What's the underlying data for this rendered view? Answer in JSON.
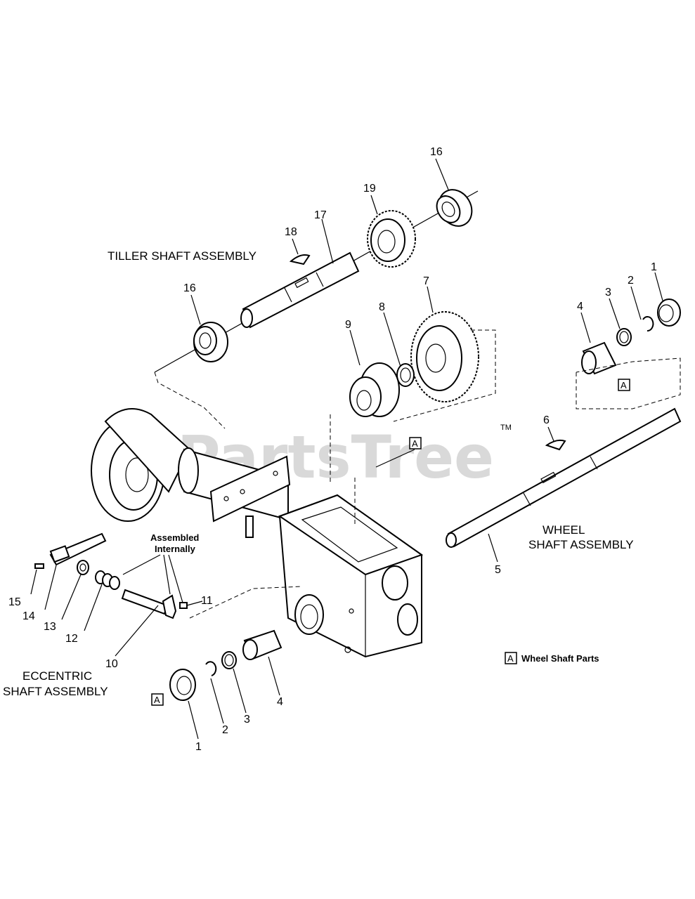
{
  "watermark": {
    "text": "PartsTree",
    "tm": "TM"
  },
  "assemblies": {
    "tiller": "TILLER SHAFT ASSEMBLY",
    "wheel_line1": "WHEEL",
    "wheel_line2": "SHAFT ASSEMBLY",
    "eccentric_line1": "ECCENTRIC",
    "eccentric_line2": "SHAFT ASSEMBLY"
  },
  "notes": {
    "assembled_line1": "Assembled",
    "assembled_line2": "Internally",
    "legend_key": "A",
    "legend_text": "Wheel Shaft Parts"
  },
  "callout_letter": "A",
  "part_numbers": [
    "16",
    "19",
    "18",
    "17",
    "16",
    "9",
    "8",
    "7",
    "1",
    "2",
    "3",
    "4",
    "6",
    "5",
    "15",
    "14",
    "13",
    "12",
    "10",
    "11",
    "1",
    "2",
    "3",
    "4"
  ]
}
